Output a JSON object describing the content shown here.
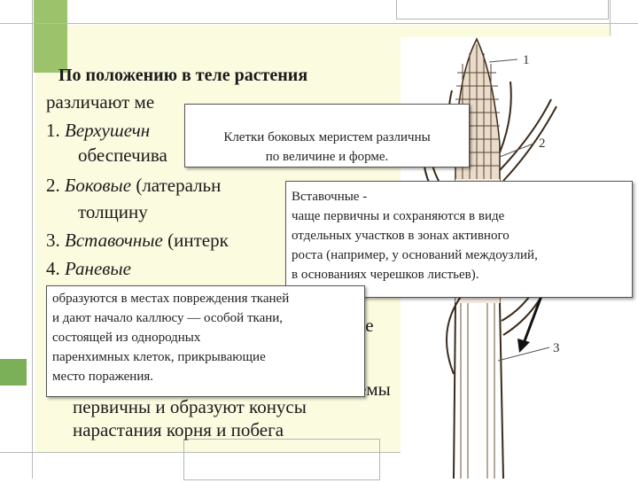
{
  "slide": {
    "heading": "По положению в теле растения",
    "lines": [
      "различают ме",
      "1. ",
      "Верхушечн",
      "обеспечива",
      "2. ",
      "Боковые",
      " (латеральн",
      "толщину",
      "3. ",
      "Вставочные",
      " (интерк",
      "4.",
      "Раневые",
      "же",
      "емы",
      "первичны и образуют конусы",
      "нарастания корня и побега"
    ]
  },
  "callouts": {
    "lateral": [
      "Клетки боковых меристем различны",
      "по величине и форме."
    ],
    "intercalary": [
      "Вставочные -",
      "чаще первичны и сохраняются  в виде",
      " отдельных участков в зонах активного",
      "роста (например, у оснований междоузлий,",
      " в основаниях черешков листьев)."
    ],
    "wound": [
      "образуются в местах повреждения тканей",
      "и дают начало каллюсу — особой ткани,",
      "состоящей из однородных",
      "паренхимных  клеток, прикрывающие",
      "место поражения."
    ]
  },
  "figure": {
    "labels": [
      "1",
      "2",
      "3"
    ]
  }
}
